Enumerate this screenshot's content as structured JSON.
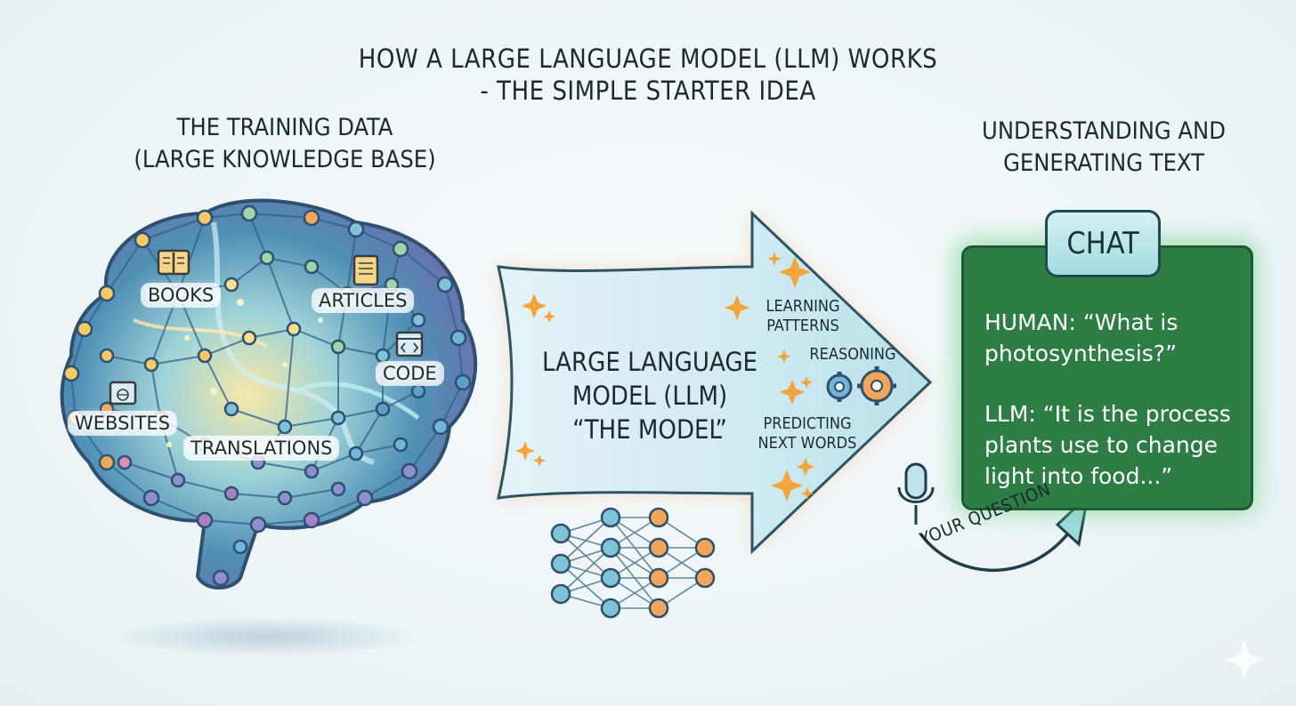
{
  "title": {
    "line1": "HOW A LARGE LANGUAGE MODEL (LLM) WORKS",
    "line2": "- THE SIMPLE STARTER IDEA"
  },
  "training": {
    "heading_line1": "THE TRAINING DATA",
    "heading_line2": "(LARGE KNOWLEDGE BASE)",
    "sources": {
      "books": "BOOKS",
      "articles": "ARTICLES",
      "code": "CODE",
      "websites": "WEBSITES",
      "translations": "TRANSLATIONS"
    }
  },
  "model": {
    "name_line1": "LARGE LANGUAGE",
    "name_line2": "MODEL (LLM)",
    "name_line3": "“THE MODEL”",
    "steps": {
      "learning_line1": "LEARNING",
      "learning_line2": "PATTERNS",
      "reasoning": "REASONING",
      "predicting_line1": "PREDICTING",
      "predicting_line2": "NEXT WORDS"
    }
  },
  "output": {
    "heading_line1": "UNDERSTANDING AND",
    "heading_line2": "GENERATING TEXT",
    "chat_tag": "CHAT",
    "human_line1": "HUMAN: “What is",
    "human_line2": "photosynthesis?”",
    "llm_line1": "LLM: “It is the process",
    "llm_line2": "plants use to change",
    "llm_line3": "light into food...”",
    "question_label": "YOUR QUESTION"
  },
  "colors": {
    "accent_green": "#2e7d45",
    "arrow_fill": "#cfeaf1",
    "glow_orange": "#f6b47a",
    "node_blue": "#6fb6d8",
    "node_orange": "#f2a65a"
  }
}
